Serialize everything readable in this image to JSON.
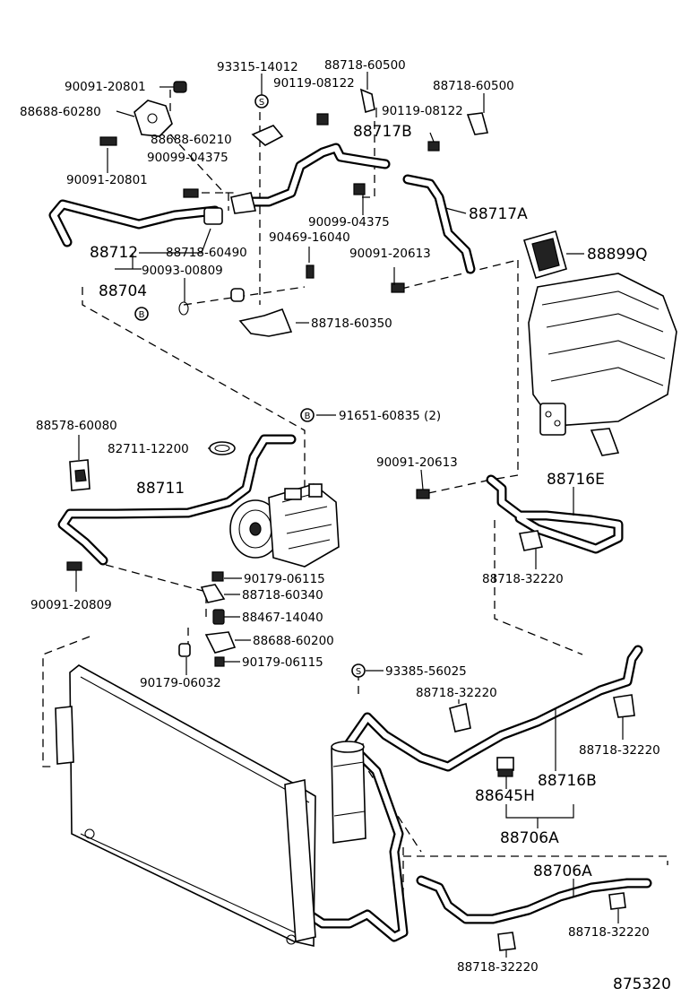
{
  "labels": {
    "p90091_20801_a": "90091-20801",
    "p88688_60280": "88688-60280",
    "p93315_14012": "93315-14012",
    "p88718_60500_a": "88718-60500",
    "p90119_08122_a": "90119-08122",
    "p88718_60500_b": "88718-60500",
    "p90119_08122_b": "90119-08122",
    "p88688_60210": "88688-60210",
    "p88717B": "88717B",
    "p90099_04375_a": "90099-04375",
    "p90091_20801_b": "90091-20801",
    "p90099_04375_b": "90099-04375",
    "p88717A": "88717A",
    "p90469_16040": "90469-16040",
    "p88712": "88712",
    "p88718_60490": "88718-60490",
    "p90091_20613_a": "90091-20613",
    "p88899Q": "88899Q",
    "p90093_00809": "90093-00809",
    "p88704": "88704",
    "p88718_60350": "88718-60350",
    "p88578_60080": "88578-60080",
    "p91651_60835": "91651-60835 (2)",
    "p82711_12200": "82711-12200",
    "p90091_20613_b": "90091-20613",
    "p88711": "88711",
    "p88716E": "88716E",
    "p90179_06115_a": "90179-06115",
    "p88718_60340": "88718-60340",
    "p90091_20809": "90091-20809",
    "p88718_32220_a": "88718-32220",
    "p88467_14040": "88467-14040",
    "p88688_60200": "88688-60200",
    "p90179_06115_b": "90179-06115",
    "p90179_06032": "90179-06032",
    "p93385_56025": "93385-56025",
    "p88718_32220_b": "88718-32220",
    "p88718_32220_c": "88718-32220",
    "p88645H": "88645H",
    "p88716B": "88716B",
    "p88706A_a": "88706A",
    "p88706A_b": "88706A",
    "p88718_32220_d": "88718-32220",
    "p88718_32220_e": "88718-32220",
    "diagram_id": "875320"
  },
  "markers": {
    "S": "S",
    "B": "B"
  }
}
